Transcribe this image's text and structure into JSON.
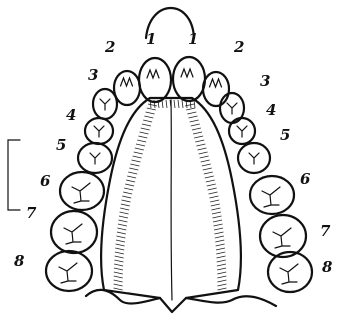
{
  "diagram": {
    "labels_left": [
      "1",
      "2",
      "3",
      "4",
      "5",
      "6",
      "7",
      "8"
    ],
    "labels_right": [
      "1",
      "2",
      "3",
      "4",
      "5",
      "6",
      "7",
      "8"
    ]
  }
}
